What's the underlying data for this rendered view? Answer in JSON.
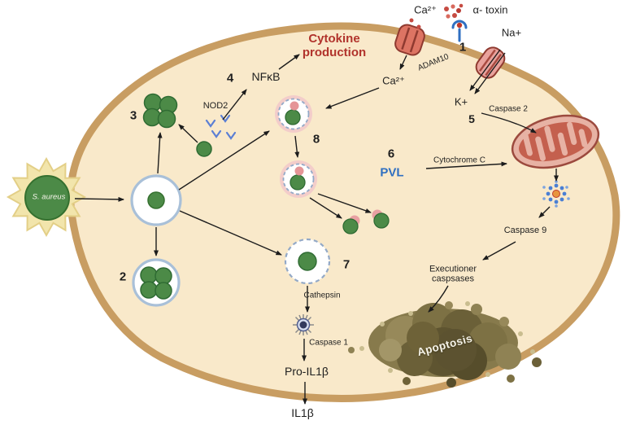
{
  "labels": {
    "ca_extracellular": "Ca²⁺",
    "alpha_toxin": "α- toxin",
    "step1": "1",
    "adam10": "ADAM10",
    "na": "Na+",
    "k": "K+",
    "caspase2": "Caspase 2",
    "step5": "5",
    "ca_intracellular": "Ca²⁺",
    "cytokine_production": "Cytokine production",
    "step4": "4",
    "nfkb": "NFκB",
    "nod2": "NOD2",
    "step3": "3",
    "step8": "8",
    "step6": "6",
    "pvl": "PVL",
    "cytochrome_c": "Cytochrome C",
    "caspase9": "Caspase 9",
    "executioner_caspases": "Executioner caspsases",
    "apoptosis": "Apoptosis",
    "s_aureus": "S. aureus",
    "step2": "2",
    "step7": "7",
    "cathepsin": "Cathepsin",
    "caspase1": "Caspase 1",
    "pro_il1b": "Pro-IL1β",
    "il1b": "IL1β"
  },
  "colors": {
    "cell_fill": "#f9e9ca",
    "cell_border": "#c89d62",
    "cytokine_red": "#b1332c",
    "pvl_blue": "#2f6fc1",
    "bacteria_green": "#4c8a47",
    "vesicle_ring_blue": "#93a9c7",
    "mitochondria_pink": "#e7b2a4",
    "apoptosis_olive": "#6b6038",
    "arrow_black": "#1c1c1c"
  }
}
